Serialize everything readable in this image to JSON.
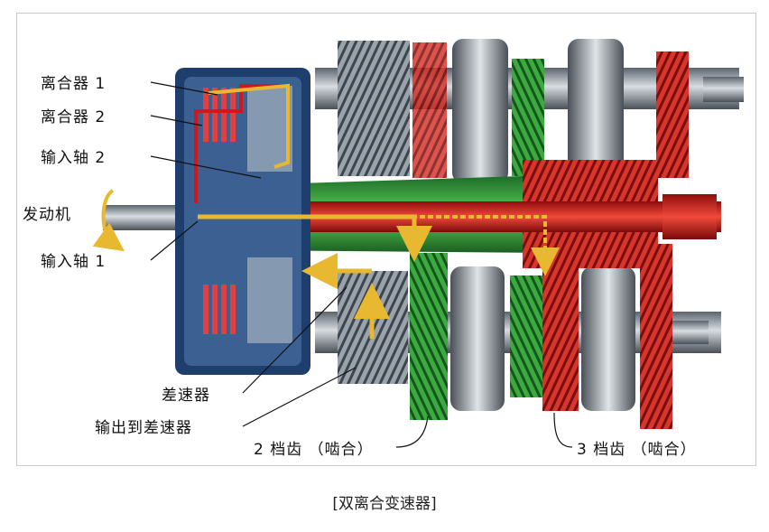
{
  "labels": {
    "clutch1": "离合器 1",
    "clutch2": "离合器 2",
    "input_shaft2": "输入轴 2",
    "engine": "发动机",
    "input_shaft1": "输入轴 1",
    "differential": "差速器",
    "output_to_differential": "输出到差速器",
    "gear2": "2 档齿 （啮合）",
    "gear3": "3 档齿 （啮合）"
  },
  "caption": "[双离合变速器]",
  "colors": {
    "clutch1_path": "#e8b830",
    "clutch2_path": "#d01818",
    "shaft_green": "#2e9a3a",
    "shaft_red": "#d01818",
    "steel": "#8c96a0",
    "housing_blue": "#1e3e6e"
  }
}
